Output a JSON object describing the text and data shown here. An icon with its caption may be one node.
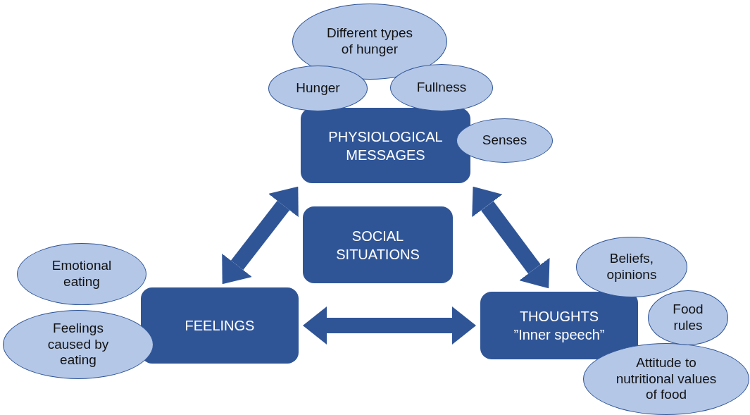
{
  "diagram": {
    "nodes": [
      {
        "text": [
          "Different types of hunger"
        ]
      },
      {
        "text": [
          "Hunger"
        ]
      },
      {
        "text": [
          "Fullness"
        ]
      },
      {
        "text": [
          "PHYSIOLOGICAL MESSAGES"
        ]
      },
      {
        "text": [
          "Senses"
        ]
      },
      {
        "text": [
          "SOCIAL SITUATIONS"
        ]
      },
      {
        "text": [
          "Emotional eating"
        ]
      },
      {
        "text": [
          "Feelings caused by eating"
        ]
      },
      {
        "text": [
          "FEELINGS"
        ]
      },
      {
        "text": [
          "Beliefs, opinions"
        ]
      },
      {
        "text": [
          "Food rules"
        ]
      },
      {
        "text": [
          "THOUGHTS",
          "”Inner speech”"
        ]
      },
      {
        "text": [
          "Attitude to nutritional values of food"
        ]
      }
    ],
    "edges": [
      {
        "from": 8,
        "to": 3,
        "arrow": "both"
      },
      {
        "from": 3,
        "to": 11,
        "arrow": "both"
      },
      {
        "from": 8,
        "to": 11,
        "arrow": "both"
      }
    ]
  }
}
